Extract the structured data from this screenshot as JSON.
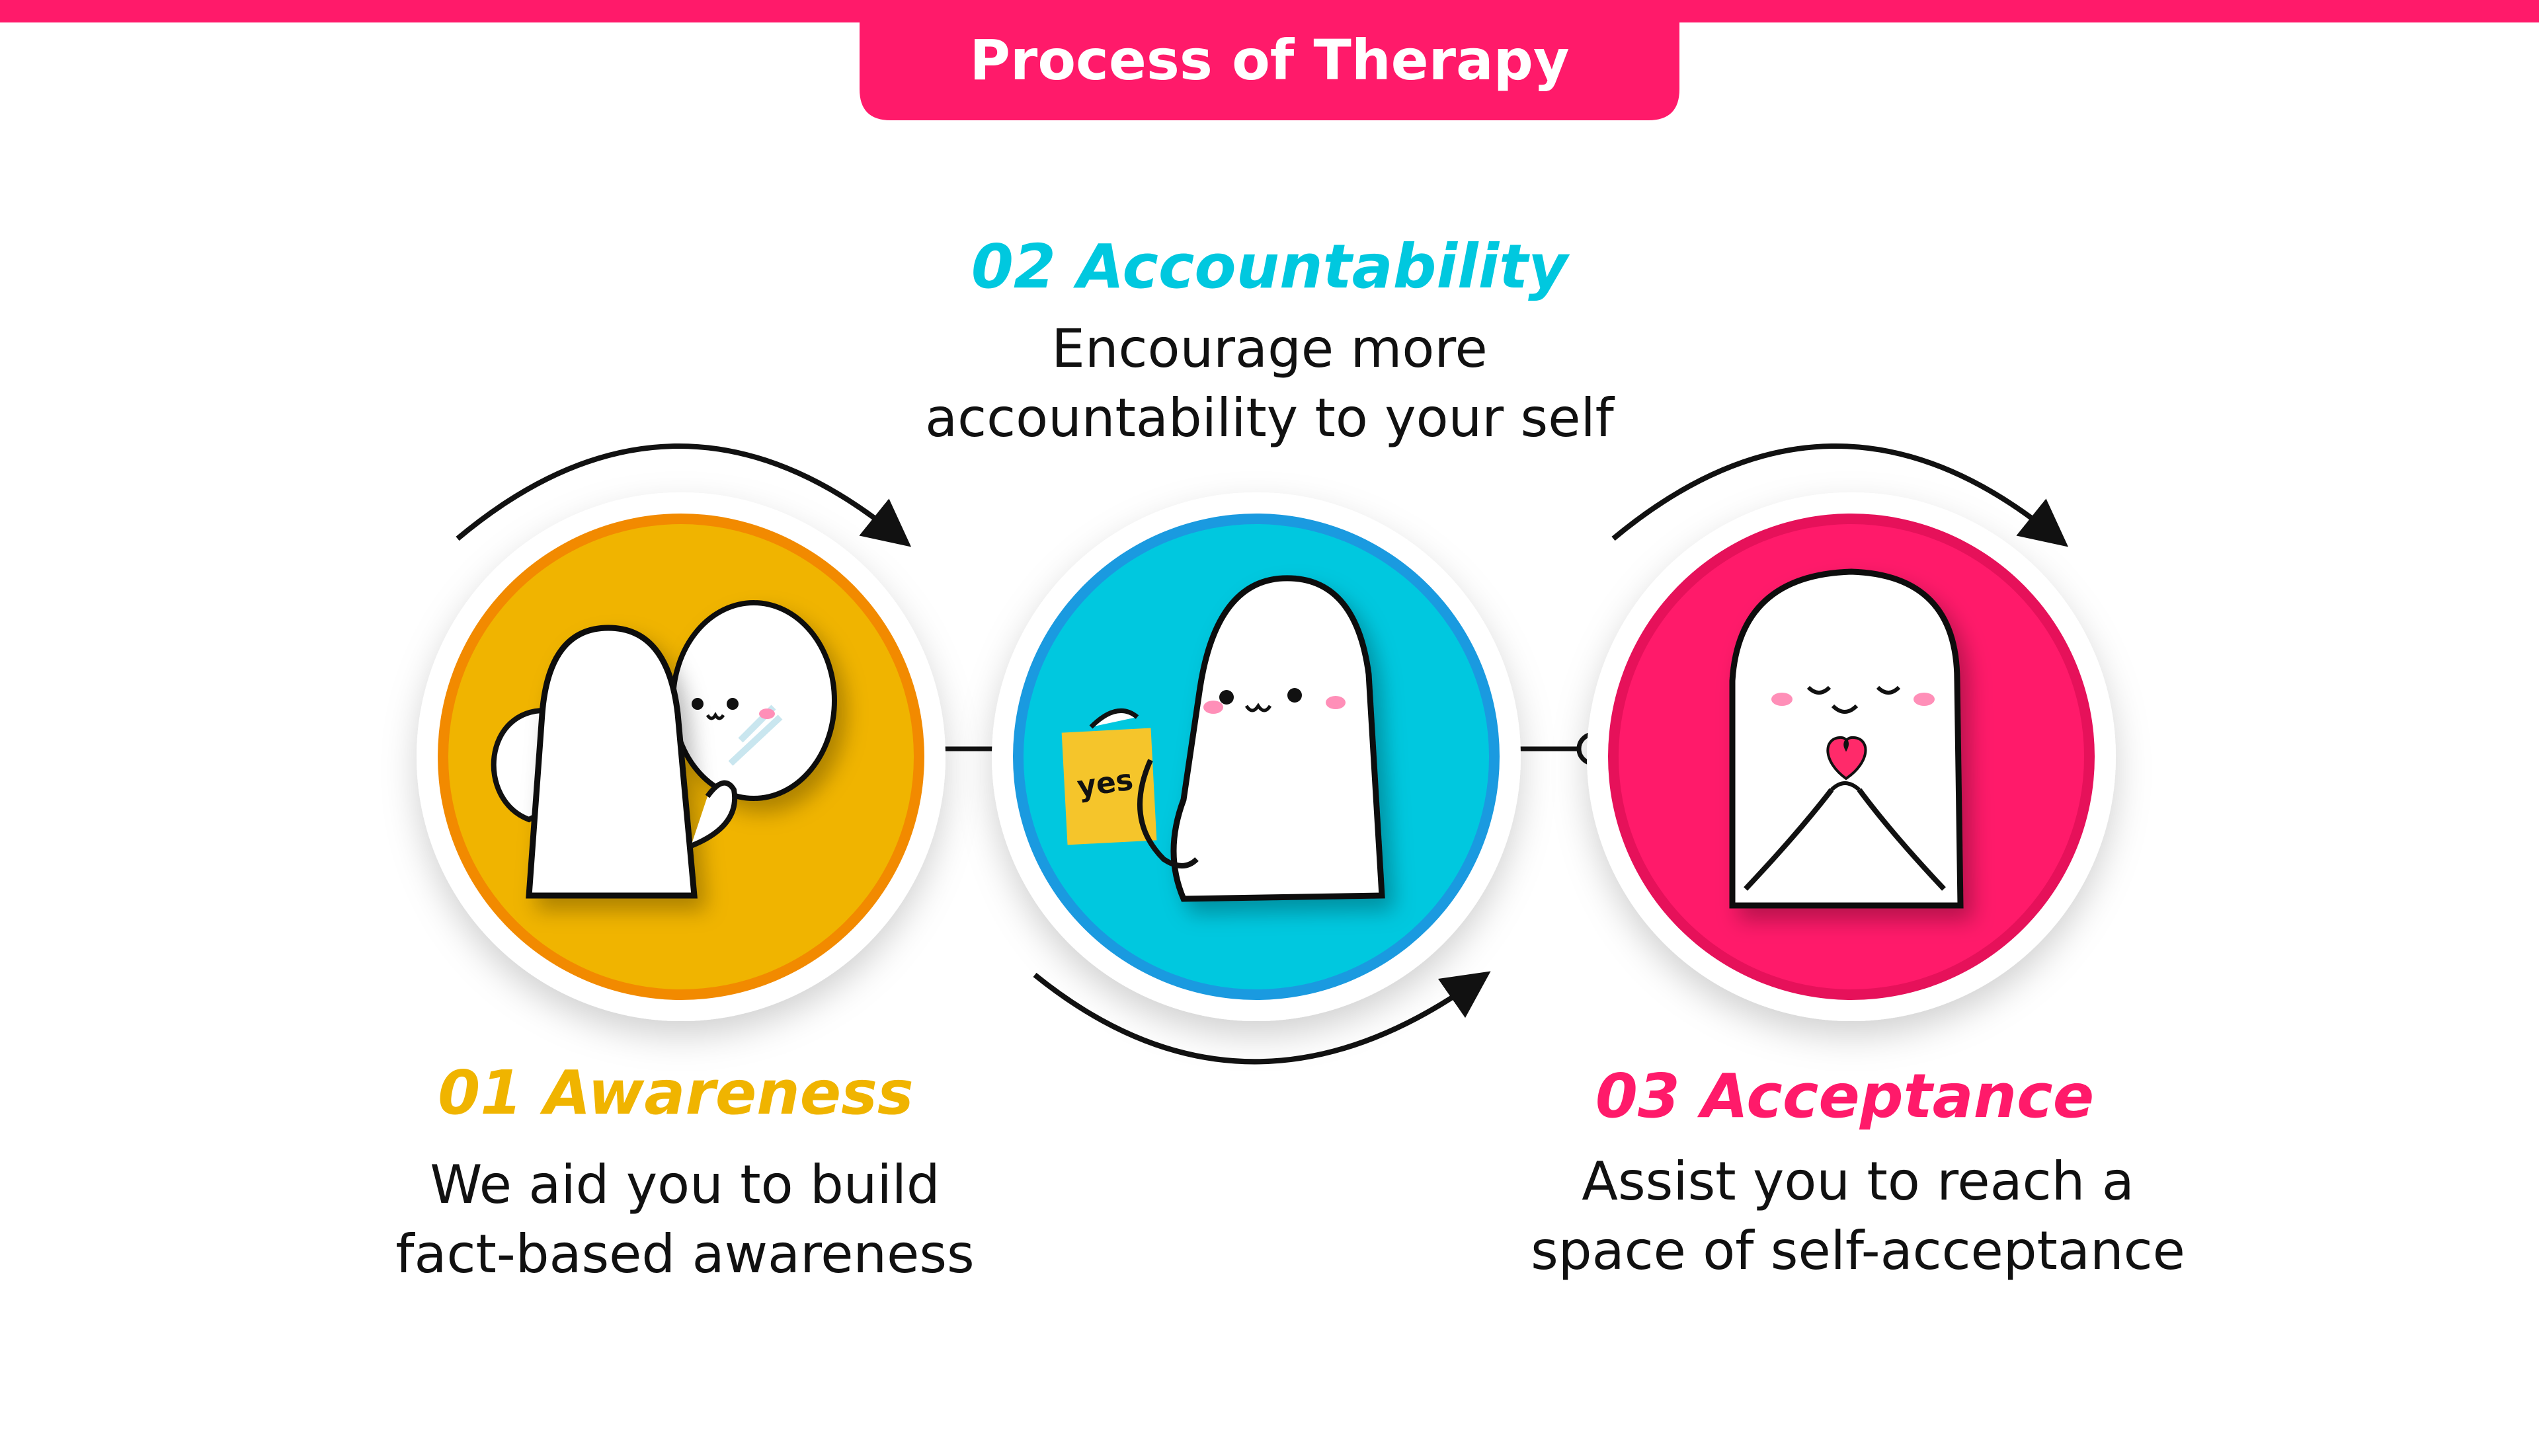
{
  "header": {
    "title": "Process of Therapy"
  },
  "colors": {
    "brand_pink": "#ff1a6a",
    "awareness": "#f0b400",
    "awareness_ring": "#f28a00",
    "accountability": "#00c8df",
    "accountability_ring": "#1a9ae0",
    "acceptance": "#ff1a6a",
    "acceptance_ring": "#e6115a",
    "note_yellow": "#f5c52b",
    "heart": "#ff2a6a"
  },
  "steps": [
    {
      "title": "01 Awareness",
      "desc_line1": "We aid you to build",
      "desc_line2": "fact-based awareness",
      "icon": "mirror-ghost-icon"
    },
    {
      "title": "02 Accountability",
      "desc_line1": "Encourage more",
      "desc_line2": "accountability to your self",
      "icon": "yes-note-ghost-icon",
      "note_text": "yes"
    },
    {
      "title": "03 Acceptance",
      "desc_line1": "Assist you to reach a",
      "desc_line2": "space of self-acceptance",
      "icon": "heart-ghost-icon"
    }
  ]
}
